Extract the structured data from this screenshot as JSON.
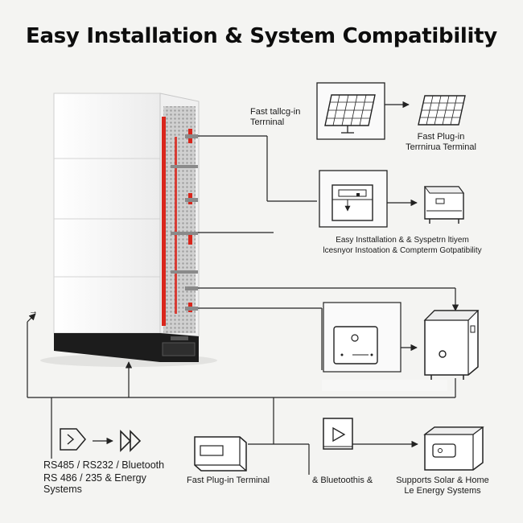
{
  "title": "Easy Installation & System Compatibility",
  "labels": {
    "terminal_top": "Fast tallcg-in Terrninal",
    "terminal_top_line1": "Fast tallcg-in",
    "terminal_top_line2": "Terrninal",
    "solar_right_line1": "Fast Plug-in",
    "solar_right_line2": "Terrnirua Terminal",
    "compat_line1": "Easy Insttallation & & Syspetrn ltiyem",
    "compat_line2": "lcesnyor Instoation & Compterm Gotpatibility",
    "comm_line1": "RS485 / RS232 / Bluetooth",
    "comm_line2": "RS 486 / 235 & Energy",
    "comm_line3": "Systems",
    "plugin_bottom": "Fast Plug-in Terminal",
    "bluetooth_bottom": "& Bluetoothis &",
    "supports_line1": "Supports Solar & Home",
    "supports_line2": "Le Energy Systems",
    "arrow_left": "→"
  },
  "colors": {
    "background": "#f4f4f2",
    "line": "#222222",
    "battery_white": "#ffffff",
    "battery_base": "#1c1c1c",
    "accent_red": "#d9261c",
    "mesh": "#b8b8b8"
  },
  "icons": [
    "battery-cabinet-icon",
    "solar-panel-icon",
    "solar-panel-small-icon",
    "control-box-icon",
    "inverter-box-icon",
    "small-unit-icon",
    "inverter-large-icon",
    "signal-forward-icon",
    "signal-fast-forward-icon",
    "terminal-box-icon",
    "play-switch-icon",
    "home-storage-icon"
  ]
}
